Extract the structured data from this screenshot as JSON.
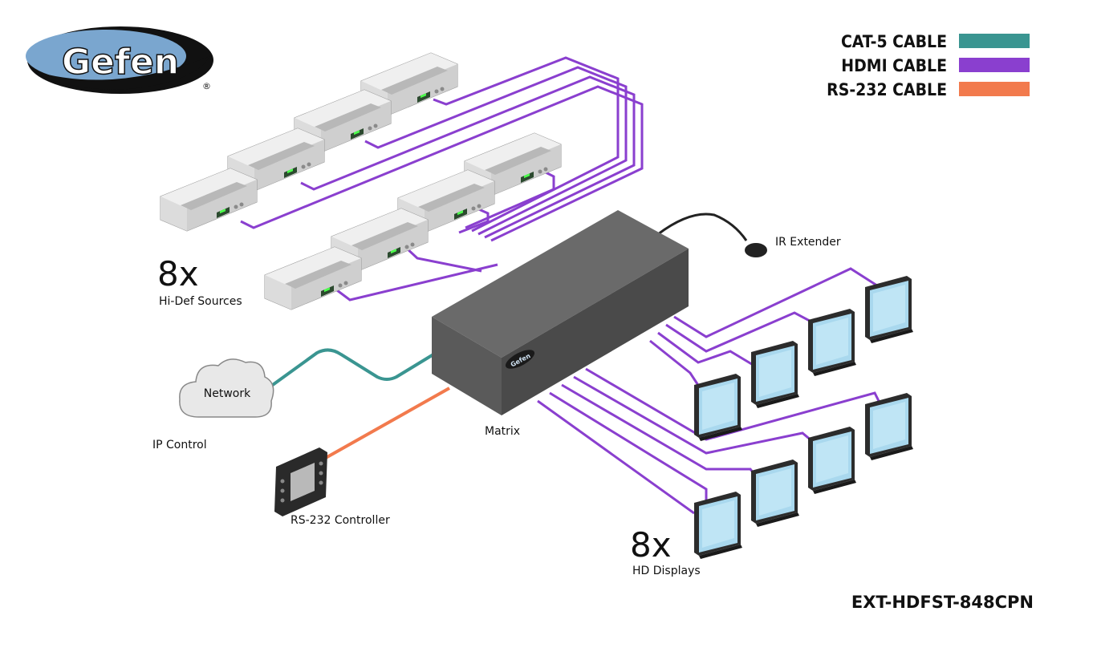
{
  "brand": {
    "name": "Gefen",
    "registered": "®",
    "colors": {
      "ellipse": "#111111",
      "inner": "#7aa6cf",
      "text": "#ffffff"
    }
  },
  "legend": [
    {
      "label": "CAT-5 CABLE",
      "color": "#3a9591"
    },
    {
      "label": "HDMI CABLE",
      "color": "#8a3fcf"
    },
    {
      "label": "RS-232 CABLE",
      "color": "#f27a4d"
    }
  ],
  "sources": {
    "count": "8x",
    "label": "Hi-Def Sources"
  },
  "displays": {
    "count": "8x",
    "label": "HD Displays"
  },
  "matrix": {
    "label": "Matrix",
    "badge": "Gefen"
  },
  "ir": {
    "label": "IR Extender"
  },
  "network": {
    "label": "Network",
    "caption": "IP Control"
  },
  "controller": {
    "label": "RS-232 Controller"
  },
  "model": "EXT-HDFST-848CPN",
  "icons": [
    "gefen-logo",
    "source-box-icon",
    "display-monitor-icon",
    "cloud-icon",
    "touch-panel-icon",
    "ir-sensor-icon"
  ]
}
